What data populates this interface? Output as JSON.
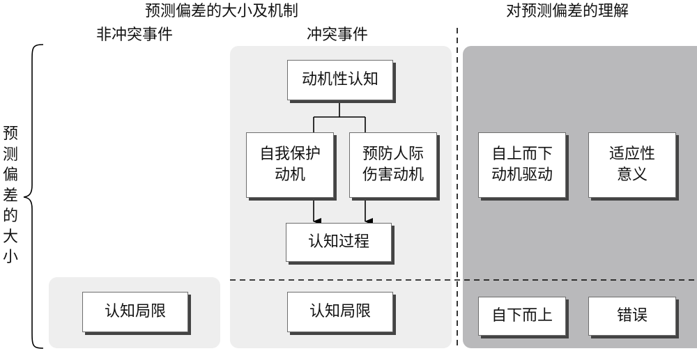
{
  "headers": {
    "section1_title": "预测偏差的大小及机制",
    "section2_title": "对预测偏差的理解",
    "col_nonconflict": "非冲突事件",
    "col_conflict": "冲突事件"
  },
  "side_label": [
    "预",
    "测",
    "偏",
    "差",
    "的",
    "大",
    "小"
  ],
  "nonconflict": {
    "lower_box": "认知局限"
  },
  "conflict": {
    "top_box": "动机性认知",
    "left_box": [
      "自我保护",
      "动机"
    ],
    "right_box": [
      "预防人际",
      "伤害动机"
    ],
    "bottom_box": "认知过程",
    "lower_box": "认知局限"
  },
  "understanding": {
    "upper_left": [
      "自上而下",
      "动机驱动"
    ],
    "upper_right": [
      "适应性",
      "意义"
    ],
    "lower_left": "自下而上",
    "lower_right": "错误"
  },
  "colors": {
    "light_panel": "#eeeeee",
    "dark_panel": "#b9b9bb",
    "box_border": "#6d6d6d",
    "shadow": "#444444"
  }
}
